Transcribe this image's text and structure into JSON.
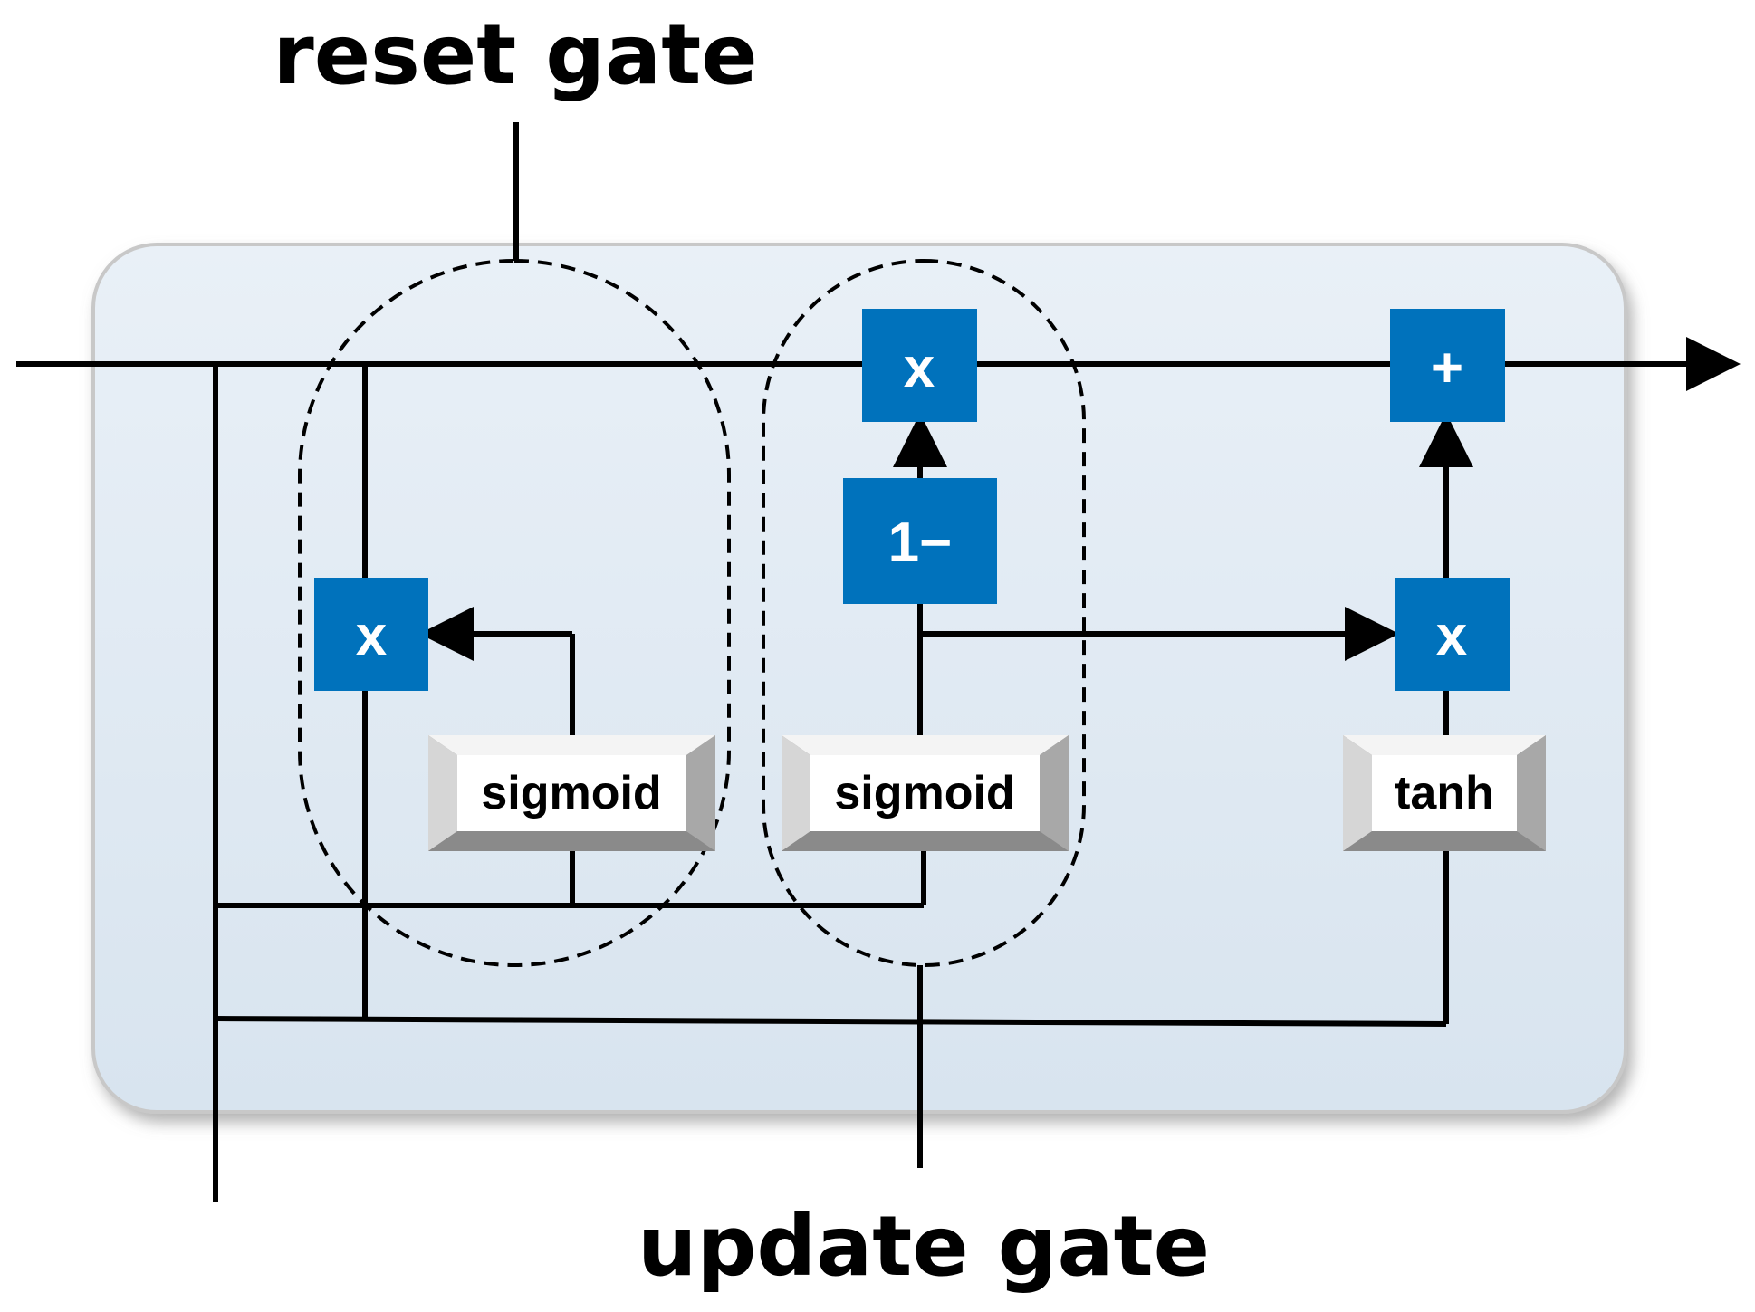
{
  "labels": {
    "reset_gate": "reset gate",
    "update_gate": "update gate"
  },
  "operators": {
    "reset_multiply": "x",
    "update_multiply": "x",
    "one_minus": "1−",
    "add": "+",
    "candidate_multiply": "x"
  },
  "functions": {
    "reset_sigmoid": "sigmoid",
    "update_sigmoid": "sigmoid",
    "candidate_tanh": "tanh"
  },
  "colors": {
    "operator_fill": "#0072BC",
    "cell_fill": "#DDE8F2",
    "function_face": "#FFFFFF",
    "function_bevel": "#9A9A9A"
  }
}
